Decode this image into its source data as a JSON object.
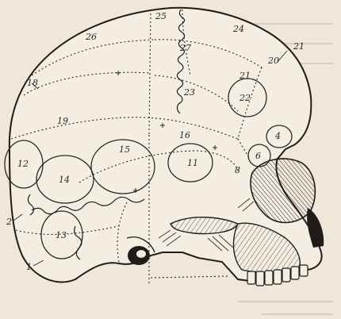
{
  "figure": {
    "paper_color": "#efe7da",
    "ink_color": "#2a2622",
    "region_labels": [
      "1",
      "2",
      "4",
      "6",
      "8",
      "11",
      "12",
      "13",
      "14",
      "15",
      "16",
      "18",
      "19",
      "20",
      "21",
      "21",
      "22",
      "23",
      "24",
      "25",
      "26",
      "27"
    ]
  }
}
